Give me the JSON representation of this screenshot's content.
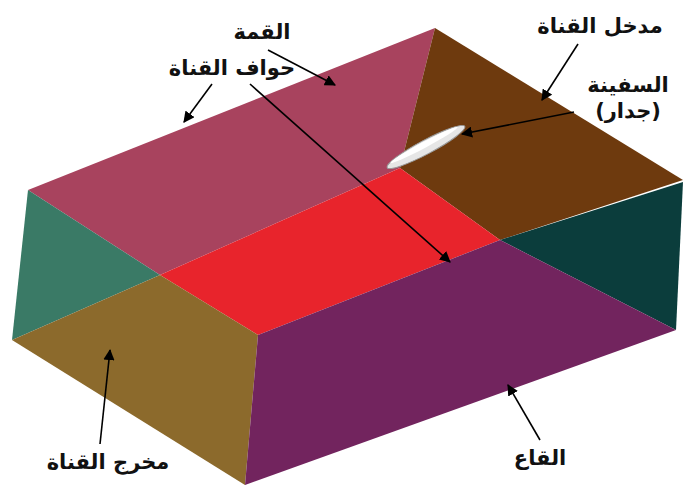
{
  "diagram": {
    "labels": [
      "القمة",
      "مدخل القناة",
      "حواف القناة",
      "السفينة (جدار)",
      "مخرج القناة",
      "القاع"
    ]
  }
}
